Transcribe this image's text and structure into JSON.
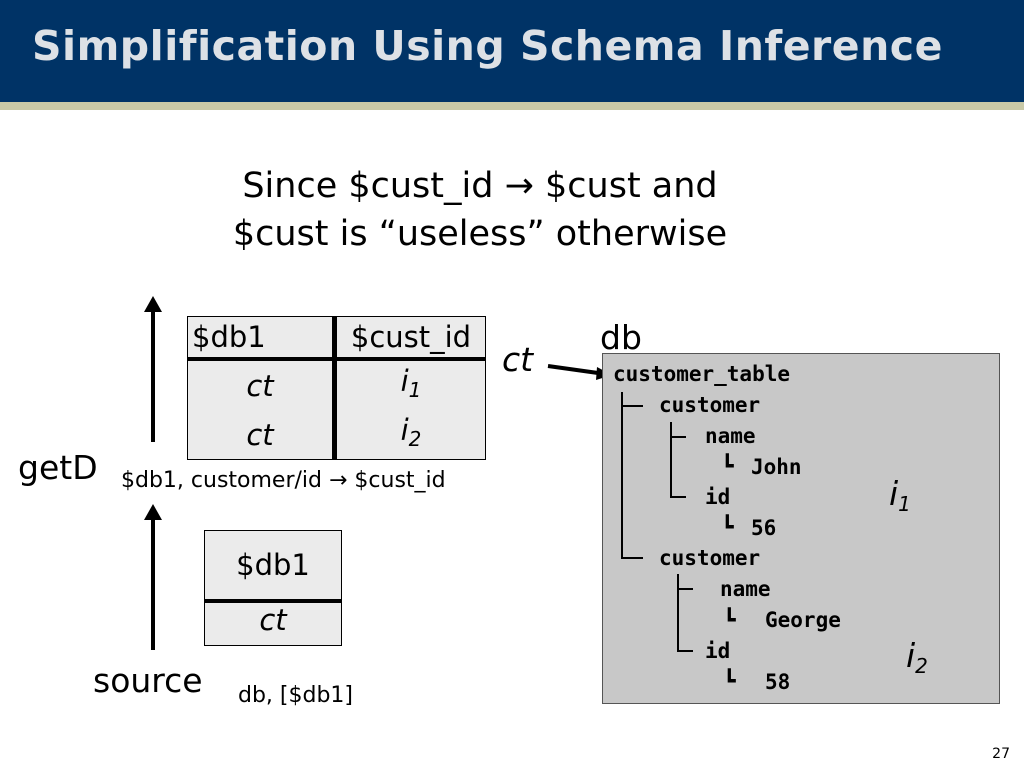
{
  "slide": {
    "title": "Simplification Using Schema Inference",
    "subtitle_line1": "Since $cust_id → $cust and",
    "subtitle_line2": "$cust is “useless” otherwise",
    "page_number": "27"
  },
  "getd": {
    "label": "getD",
    "args": "$db1, customer/id → $cust_id",
    "table": {
      "headers": [
        "$db1",
        "$cust_id"
      ],
      "rows": [
        {
          "db1": "ct",
          "id_main": "i",
          "id_sub": "1"
        },
        {
          "db1": "ct",
          "id_main": "i",
          "id_sub": "2"
        }
      ]
    }
  },
  "source": {
    "label": "source",
    "args": "db, [$db1]",
    "table": {
      "header": "$db1",
      "row": "ct"
    }
  },
  "db_tree": {
    "label": "db",
    "pointer_label": "ct",
    "nodes": [
      "customer_table",
      "customer",
      "name",
      "John",
      "id",
      "56",
      "customer",
      "name",
      "George",
      "id",
      "58"
    ],
    "i1": {
      "main": "i",
      "sub": "1"
    },
    "i2": {
      "main": "i",
      "sub": "2"
    }
  }
}
